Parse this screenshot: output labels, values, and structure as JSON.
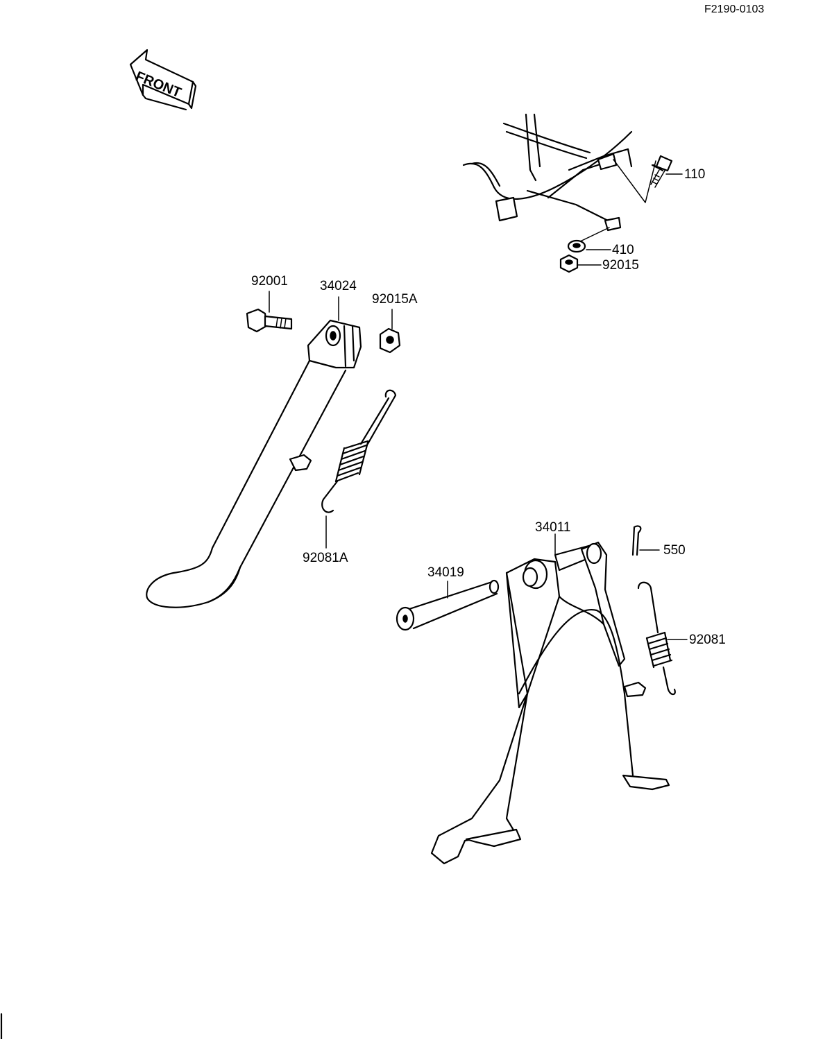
{
  "diagram_code": "F2190-0103",
  "front_label": "FRONT",
  "parts": {
    "p110": "110",
    "p410": "410",
    "p92015": "92015",
    "p92001": "92001",
    "p34024": "34024",
    "p92015A": "92015A",
    "p92081A": "92081A",
    "p34011": "34011",
    "p550": "550",
    "p34019": "34019",
    "p92081": "92081"
  }
}
